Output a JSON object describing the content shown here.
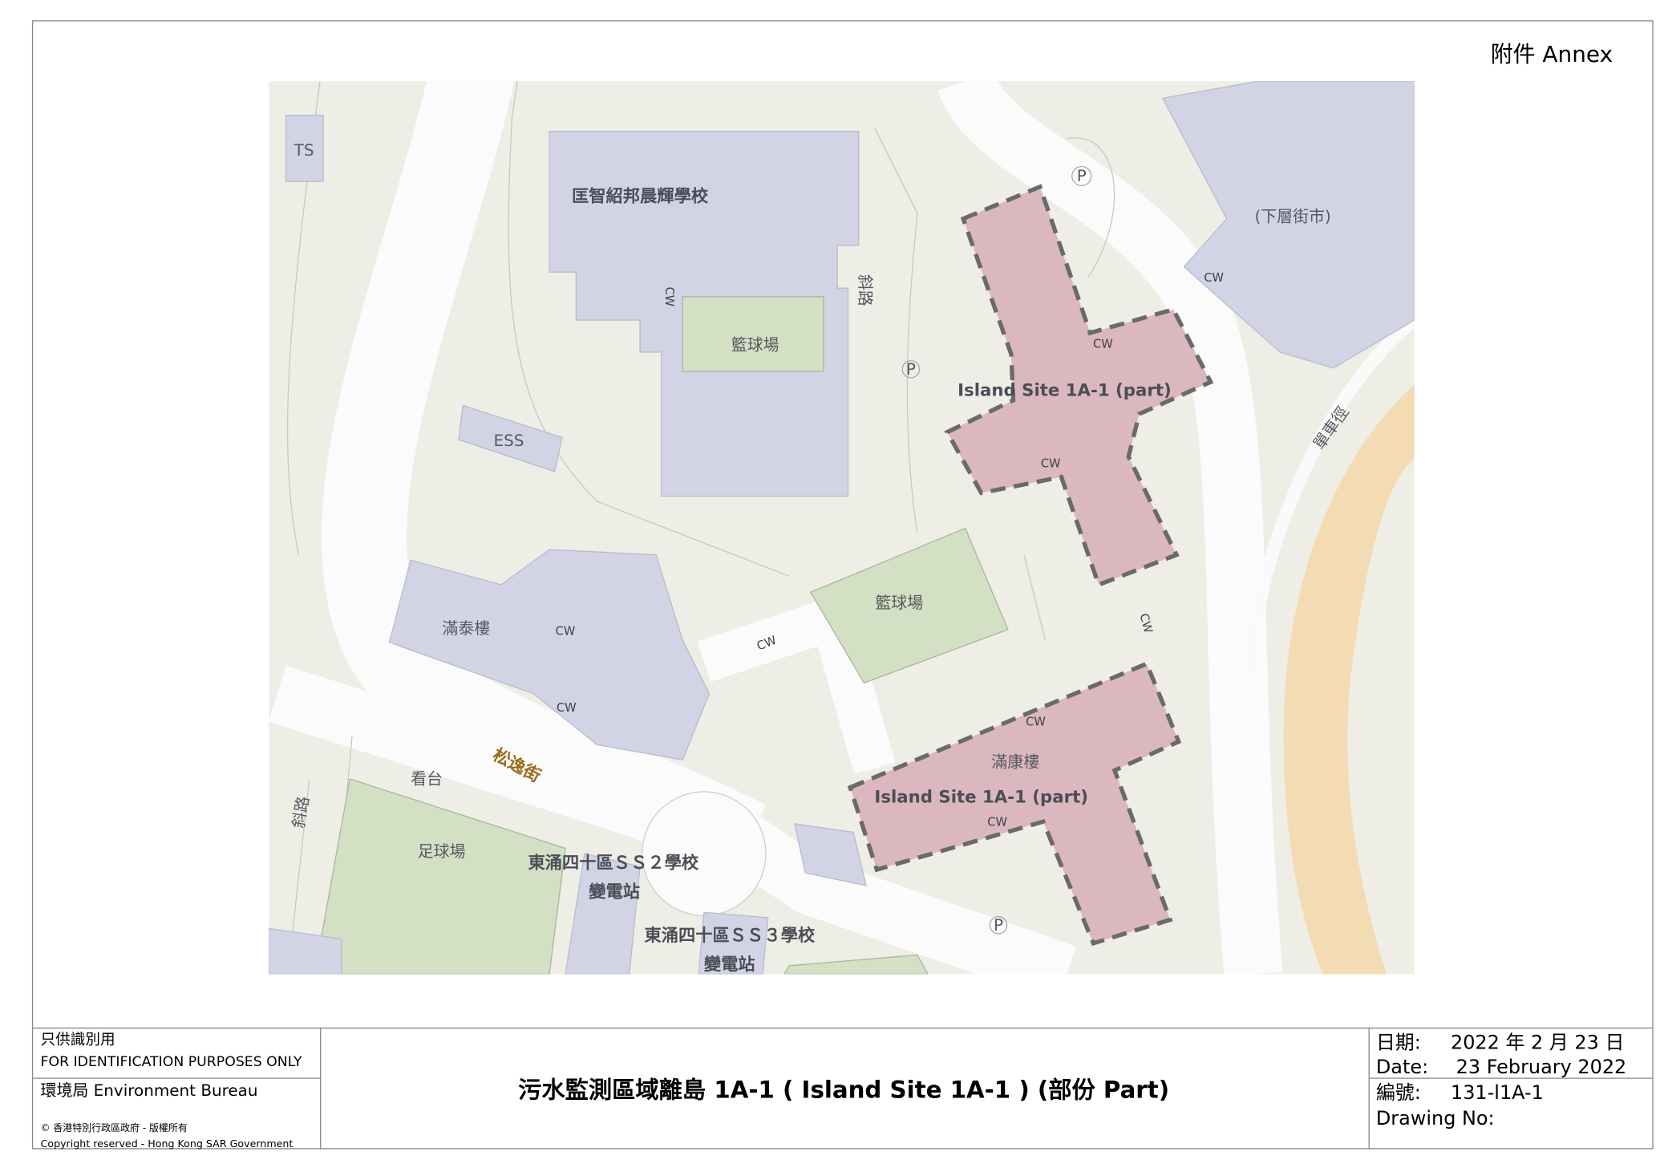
{
  "annex": "附件 Annex",
  "map": {
    "labels": {
      "ts": "TS",
      "school_north": "匡智紹邦晨輝學校",
      "basketball_1": "籃球場",
      "cw_1": "CW",
      "ramp_1": "斜路",
      "parking_1": "P",
      "ess": "ESS",
      "parking_2": "P",
      "market": "(下層街市)",
      "cw_2": "CW",
      "cw_3": "CW",
      "site_north": "Island Site 1A-1 (part)",
      "cw_4": "CW",
      "cycle_track": "單車徑",
      "basketball_2": "籃球場",
      "man_tai_house": "滿泰樓",
      "cw_5": "CW",
      "cw_6": "CW",
      "cw_7": "CW",
      "cw_8": "CW",
      "cw_9": "CW",
      "man_hong_house": "滿康樓",
      "site_south": "Island Site 1A-1 (part)",
      "cw_10": "CW",
      "chung_yat_street": "松逸街",
      "stand": "看台",
      "ramp_2": "斜路",
      "football": "足球場",
      "school_ss2": "東涌四十區ＳＳ２學校",
      "substation_1": "變電站",
      "school_ss3": "東涌四十區ＳＳ３學校",
      "substation_2": "變電站",
      "parking_3": "P"
    },
    "colors": {
      "site_fill": "#d9b3bd",
      "site_border": "#6a6a6a",
      "building": "#d2d4e6",
      "field": "#d3e0c4",
      "ground": "#eeeee7",
      "road": "#fbfbfb",
      "river": "#f3dcb3"
    }
  },
  "title_block": {
    "id_zh": "只供識別用",
    "id_en": "FOR IDENTIFICATION PURPOSES ONLY",
    "bureau": "環境局  Environment Bureau",
    "copyright_zh": "©  香港特別行政區政府  -  版權所有",
    "copyright_en": "Copyright reserved - Hong Kong SAR Government",
    "title": "污水監測區域離島 1A-1 ( Island Site 1A-1 ) (部份 Part)",
    "date_label_zh": "日期:",
    "date_value_zh": "2022 年 2 月 23 日",
    "date_label_en": "Date:",
    "date_value_en": "23 February 2022",
    "drawing_label_zh": "編號:",
    "drawing_value": "131-l1A-1",
    "drawing_label_en": "Drawing No:"
  }
}
